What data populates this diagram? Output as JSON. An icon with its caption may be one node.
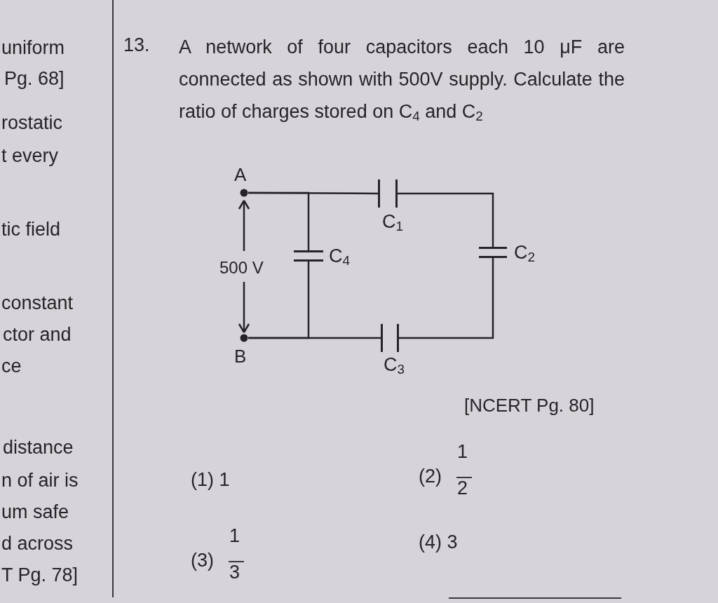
{
  "diagram": {
    "nodes": [
      {
        "text": [],
        "shape": "circle",
        "beside": [
          "A"
        ]
      },
      {
        "text": [],
        "shape": "capacitor",
        "beside": [
          "C$_{1}$"
        ]
      },
      {
        "text": [],
        "shape": "capacitor",
        "beside": [
          "C$_{4}$"
        ]
      },
      {
        "text": [],
        "shape": "capacitor",
        "beside": [
          "C$_{2}$"
        ]
      },
      {
        "text": [],
        "shape": "circle",
        "beside": [
          "B"
        ]
      },
      {
        "text": [],
        "shape": "capacitor",
        "beside": [
          "C$_{3}$"
        ]
      }
    ],
    "edges": [
      {
        "from": 0,
        "to": 1,
        "arrow": "none"
      },
      {
        "from": 0,
        "to": 2,
        "arrow": "none"
      },
      {
        "from": 1,
        "to": 3,
        "arrow": "none"
      },
      {
        "from": 3,
        "to": 5,
        "arrow": "none"
      },
      {
        "from": 5,
        "to": 4,
        "arrow": "none"
      },
      {
        "from": 2,
        "to": 4,
        "arrow": "none"
      }
    ],
    "labels": [
      "uniform",
      "Pg. 68]",
      "rostatic",
      "t every",
      "tic field",
      "constant",
      "ctor and",
      "ce",
      "distance",
      "n of air is",
      "um safe",
      "d across",
      "T Pg. 78]",
      "13.",
      "A network of four capacitors each 10 μF are connected as shown with 500V supply. Calculate the ratio of charges stored on C$_{4}$ and C$_{2}$",
      "500 V",
      "[NCERT Pg. 80]",
      "(1) 1",
      "(2)",
      "1",
      "2",
      "(3)",
      "1",
      "3",
      "(4) 3"
    ]
  }
}
